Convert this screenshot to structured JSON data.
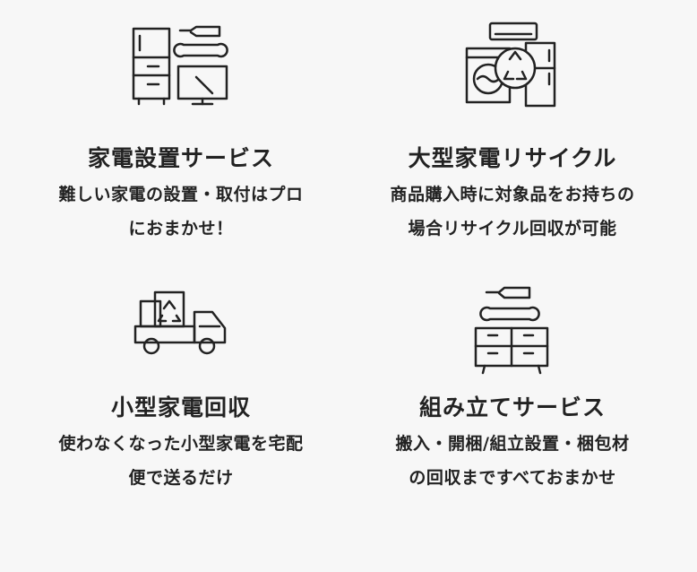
{
  "services": [
    {
      "title": "家電設置サービス",
      "desc_line1": "難しい家電の設置・取付はプロ",
      "desc_line2": "におまかせ！",
      "icon": "appliance-install-icon"
    },
    {
      "title": "大型家電リサイクル",
      "desc_line1": "商品購入時に対象品をお持ちの",
      "desc_line2": "場合リサイクル回収が可能",
      "icon": "appliance-recycle-icon"
    },
    {
      "title": "小型家電回収",
      "desc_line1": "使わなくなった小型家電を宅配",
      "desc_line2": "便で送るだけ",
      "icon": "recycle-truck-icon"
    },
    {
      "title": "組み立てサービス",
      "desc_line1": "搬入・開梱/組立設置・梱包材",
      "desc_line2": "の回収まですべておまかせ",
      "icon": "assembly-tools-icon"
    }
  ]
}
